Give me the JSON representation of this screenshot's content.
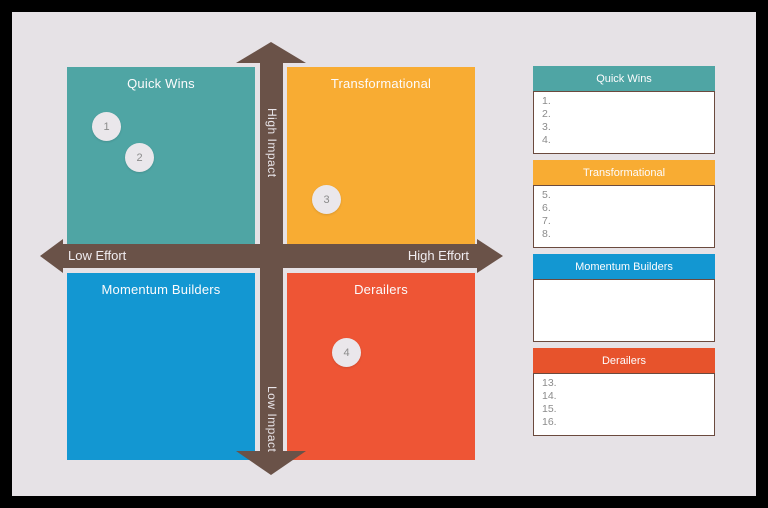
{
  "background_color": "#E6E2E6",
  "frame_color": "#000000",
  "matrix": {
    "quadrants": [
      {
        "label": "Quick Wins",
        "color": "#4FA5A4"
      },
      {
        "label": "Transformational",
        "color": "#F8AC33"
      },
      {
        "label": "Momentum Builders",
        "color": "#1397D2"
      },
      {
        "label": "Derailers",
        "color": "#EE5535"
      }
    ],
    "axes": {
      "top": "High Impact",
      "bottom": "Low Impact",
      "left": "Low Effort",
      "right": "High Effort",
      "arrow_color": "#6A5248"
    },
    "markers": [
      {
        "label": "1",
        "quadrant": "Quick Wins"
      },
      {
        "label": "2",
        "quadrant": "Quick Wins"
      },
      {
        "label": "3",
        "quadrant": "Transformational"
      },
      {
        "label": "4",
        "quadrant": "Derailers"
      }
    ],
    "marker_color": "#EAE7EB"
  },
  "sidebar": {
    "panels": [
      {
        "title": "Quick Wins",
        "color": "#4FA5A4",
        "items": [
          "1.",
          "2.",
          "3.",
          "4."
        ]
      },
      {
        "title": "Transformational",
        "color": "#F8AC33",
        "items": [
          "5.",
          "6.",
          "7.",
          "8."
        ]
      },
      {
        "title": "Momentum Builders",
        "color": "#1397D2",
        "items": []
      },
      {
        "title": "Derailers",
        "color": "#E7532C",
        "items": [
          "13.",
          "14.",
          "15.",
          "16."
        ]
      }
    ]
  }
}
